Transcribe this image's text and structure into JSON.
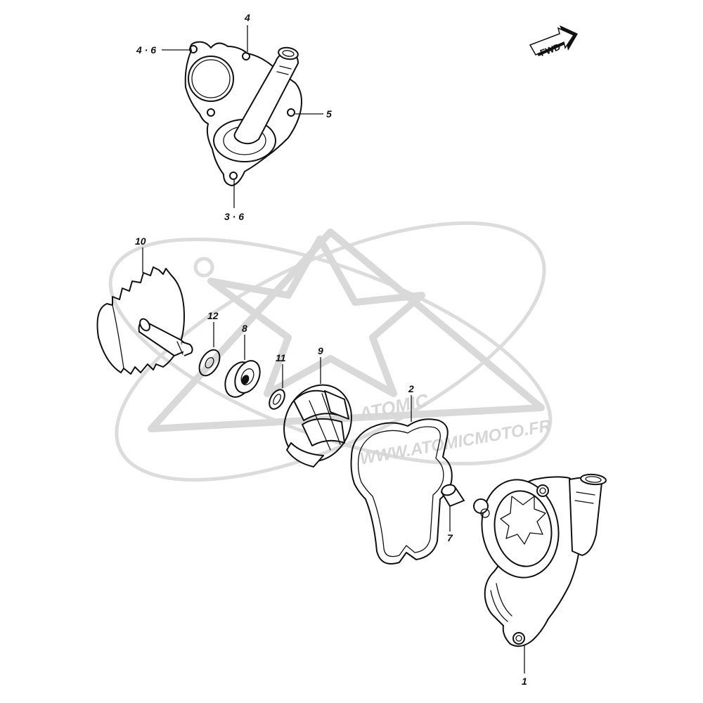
{
  "watermark": {
    "brand": "ATOMIC",
    "url": "WWW.ATOMICMOTO.FR"
  },
  "fwd_label": "FWD",
  "callouts": {
    "c1": "1",
    "c2": "2",
    "c3_6": "3 · 6",
    "c4": "4",
    "c4_6": "4 · 6",
    "c5": "5",
    "c7": "7",
    "c8": "8",
    "c9": "9",
    "c10": "10",
    "c11": "11",
    "c12": "12"
  }
}
